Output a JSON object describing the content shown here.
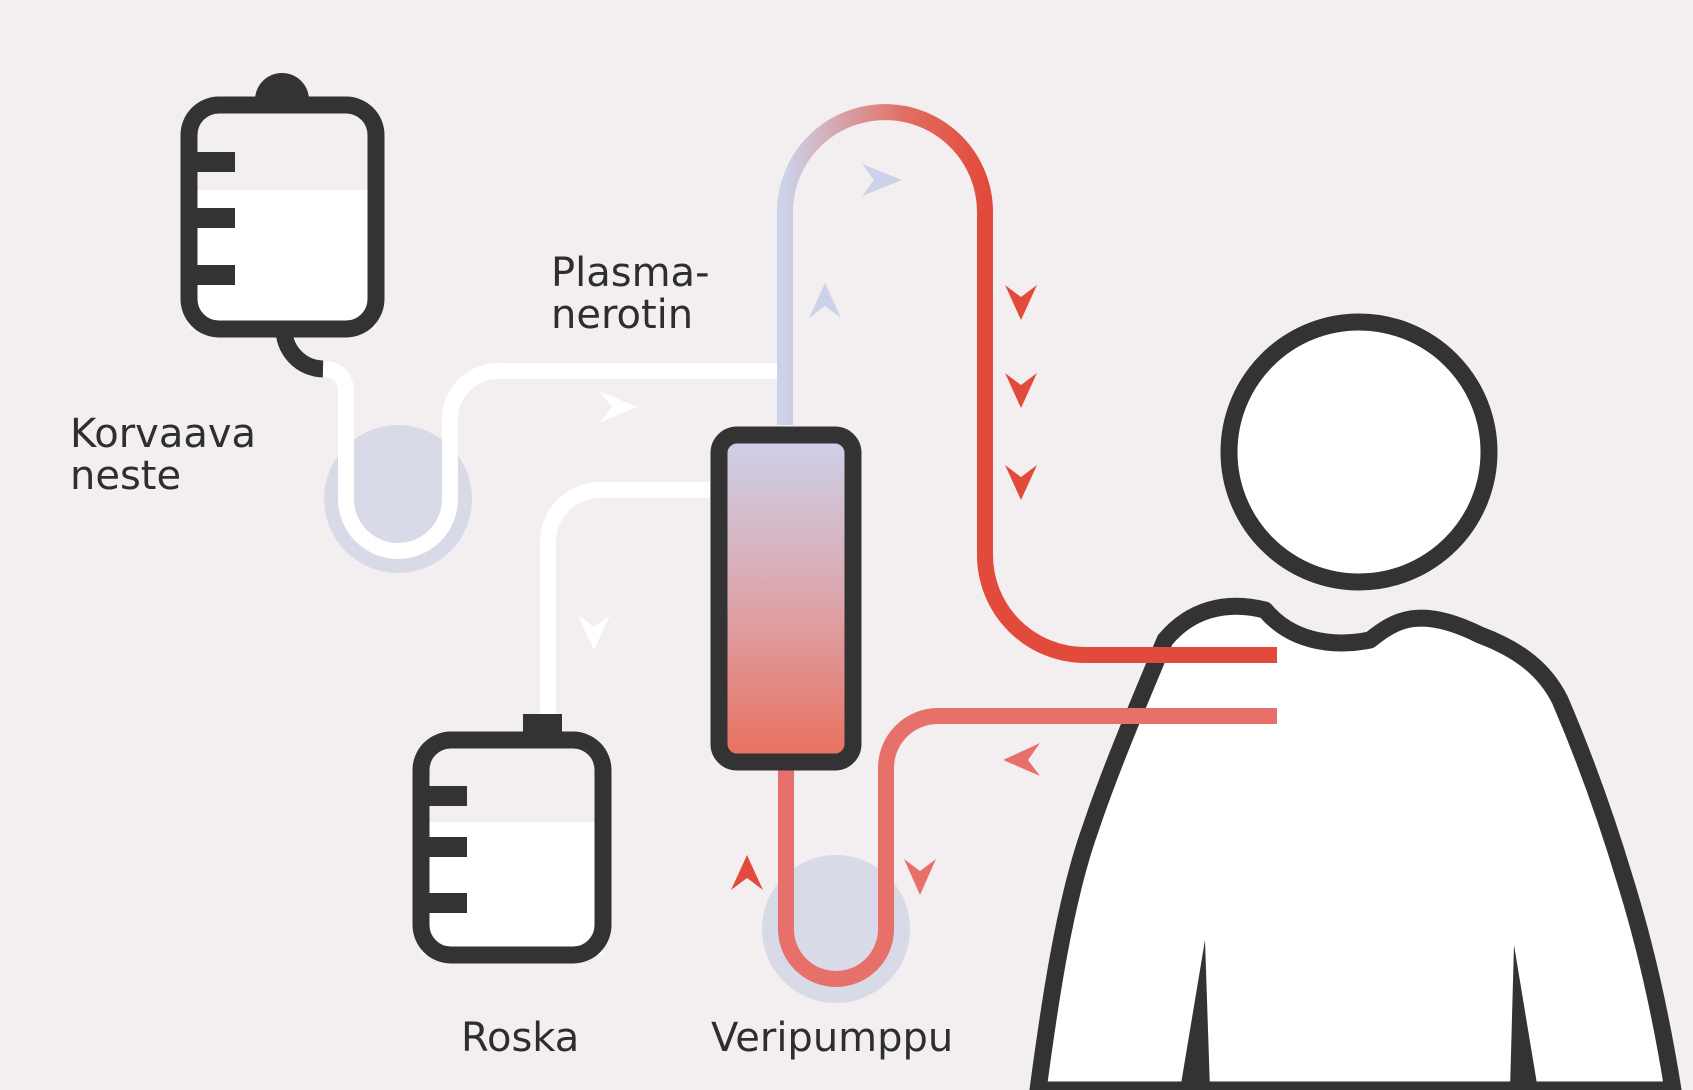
{
  "labels": {
    "plasma_line1": "Plasma-",
    "plasma_line2": "nerotin",
    "replacement_line1": "Korvaava",
    "replacement_line2": "neste",
    "waste": "Roska",
    "blood_pump": "Veripumppu"
  },
  "colors": {
    "background": "#f3eff0",
    "outline": "#333333",
    "blood_red": "#e24b3b",
    "blood_return": "#e8706a",
    "plasma_blue": "#ccd2e8",
    "pump_fill": "#d8dae8",
    "tube_white": "#ffffff"
  }
}
